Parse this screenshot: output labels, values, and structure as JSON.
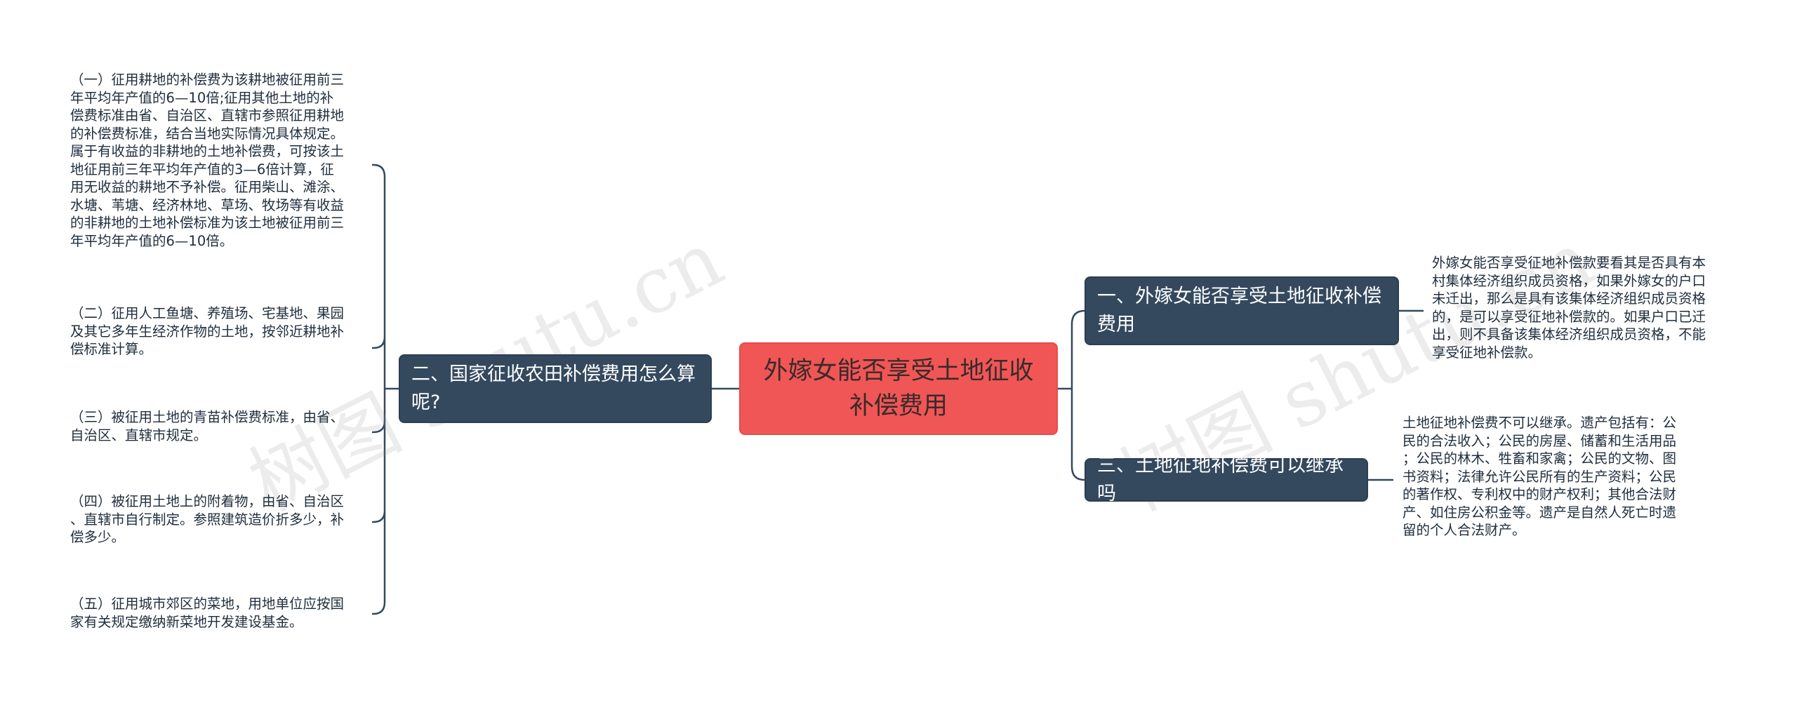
{
  "root": {
    "title": "外嫁女能否享受土地征收补偿费用"
  },
  "branches": {
    "b1": {
      "title": "一、外嫁女能否享受土地征收补偿费用"
    },
    "b2": {
      "title": "二、国家征收农田补偿费用怎么算呢?"
    },
    "b3": {
      "title": "三、土地征地补偿费可以继承吗"
    }
  },
  "leaves": {
    "b1_text": "外嫁女能否享受征地补偿款要看其是否具有本\n村集体经济组织成员资格，如果外嫁女的户口\n未迁出，那么是具有该集体经济组织成员资格\n的，是可以享受征地补偿款的。如果户口已迁\n出，则不具备该集体经济组织成员资格，不能\n享受征地补偿款。",
    "b3_text": "土地征地补偿费不可以继承。遗产包括有：公\n民的合法收入；公民的房屋、储蓄和生活用品\n；公民的林木、牲畜和家禽；公民的文物、图\n书资料；法律允许公民所有的生产资料；公民\n的著作权、专利权中的财产权利；其他合法财\n产、如住房公积金等。遗产是自然人死亡时遗\n留的个人合法财产。",
    "b2_items": [
      "（一）征用耕地的补偿费为该耕地被征用前三\n年平均年产值的6—10倍;征用其他土地的补\n偿费标准由省、自治区、直辖市参照征用耕地\n的补偿费标准，结合当地实际情况具体规定。\n属于有收益的非耕地的土地补偿费，可按该土\n地征用前三年平均年产值的3—6倍计算，征\n用无收益的耕地不予补偿。征用柴山、滩涂、\n水塘、苇塘、经济林地、草场、牧场等有收益\n的非耕地的土地补偿标准为该土地被征用前三\n年平均年产值的6—10倍。",
      "（二）征用人工鱼塘、养殖场、宅基地、果园\n及其它多年生经济作物的土地，按邻近耕地补\n偿标准计算。",
      "（三）被征用土地的青苗补偿费标准，由省、\n自治区、直辖市规定。",
      "（四）被征用土地上的附着物，由省、自治区\n、直辖市自行制定。参照建筑造价折多少，补\n偿多少。",
      "（五）征用城市郊区的菜地，用地单位应按国\n家有关规定缴纳新菜地开发建设基金。"
    ]
  },
  "watermarks": [
    "树图 shutu.cn",
    "树图 shutu.cn"
  ],
  "colors": {
    "root": "#f05656",
    "branch": "#34495e",
    "line": "#34495e"
  }
}
